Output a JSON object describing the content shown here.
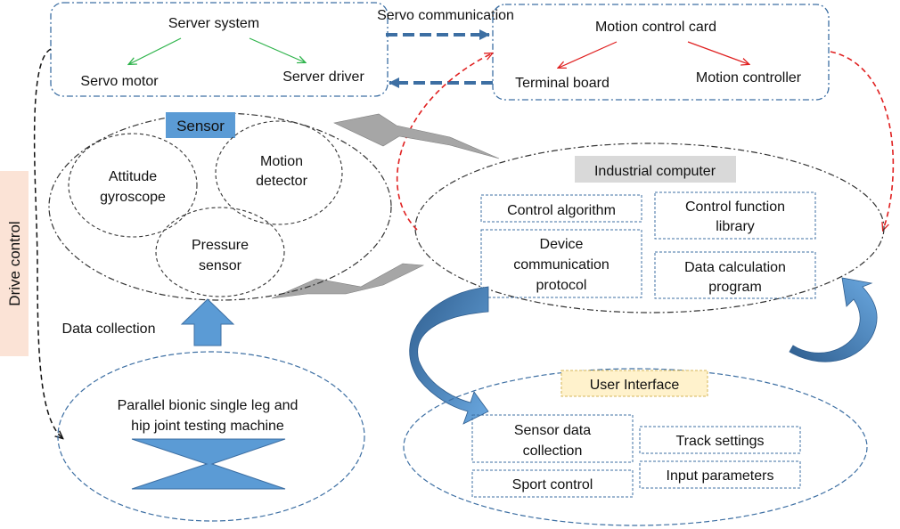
{
  "server_system": {
    "title": "Server system",
    "left": "Servo motor",
    "right": "Server driver"
  },
  "servo_communication": "Servo communication",
  "motion_control_card": {
    "title": "Motion control card",
    "left": "Terminal board",
    "right": "Motion controller"
  },
  "sensor": {
    "title": "Sensor",
    "attitude": [
      "Attitude",
      "gyroscope"
    ],
    "motion": [
      "Motion",
      "detector"
    ],
    "pressure": [
      "Pressure",
      "sensor"
    ]
  },
  "industrial_computer": {
    "title": "Industrial computer",
    "control_algorithm": "Control algorithm",
    "control_function_library": [
      "Control function",
      "library"
    ],
    "device_protocol": [
      "Device",
      "communication",
      "protocol"
    ],
    "data_calculation": [
      "Data calculation",
      "program"
    ]
  },
  "drive_control": "Drive control",
  "data_collection": "Data collection",
  "testing_machine": [
    "Parallel bionic single leg and",
    "hip joint testing machine"
  ],
  "user_interface": {
    "title": "User Interface",
    "sensor_data": [
      "Sensor data",
      "collection"
    ],
    "track_settings": "Track settings",
    "sport_control": "Sport control",
    "input_parameters": "Input parameters"
  },
  "colors": {
    "blue_fill": "#5b9bd5",
    "dark_blue": "#3d6fa3",
    "red": "#e02020",
    "green": "#2db34a",
    "gray": "#a6a6a6",
    "sensor_label_bg": "#5b9bd5",
    "ic_label_bg": "#d9d9d9",
    "ui_label_bg": "#fff2cc",
    "drive_bg": "#fbe3d6"
  }
}
